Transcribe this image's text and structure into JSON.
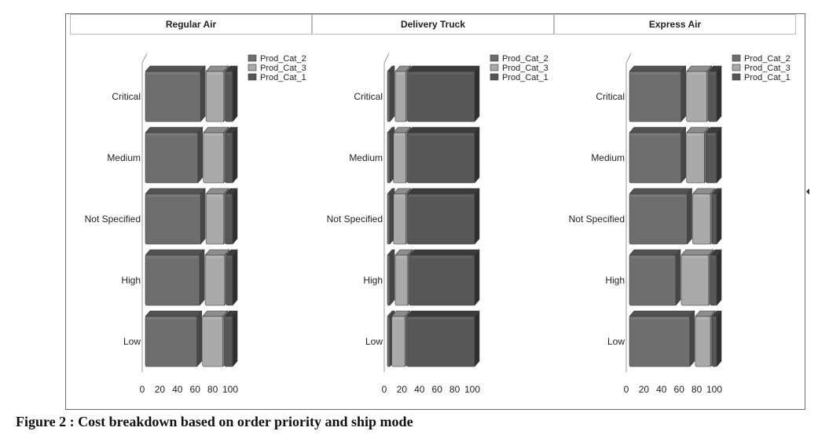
{
  "caption": "Figure 2 : Cost breakdown based on order priority and ship mode",
  "colors": {
    "Prod_Cat_2": "#6e6e6e",
    "Prod_Cat_3": "#a9a9a9",
    "Prod_Cat_1": "#575757",
    "axis": "#999999"
  },
  "chart_data": [
    {
      "type": "bar",
      "stacked": "horizontal-percent",
      "title": "Regular Air",
      "categories": [
        "Critical",
        "Medium",
        "Not Specified",
        "High",
        "Low"
      ],
      "xlim": [
        0,
        100
      ],
      "xticks": [
        "0",
        "20",
        "40",
        "60",
        "80",
        "100"
      ],
      "legend": [
        "Prod_Cat_2",
        "Prod_Cat_3",
        "Prod_Cat_1"
      ],
      "legend_position": "top-right",
      "series": [
        {
          "name": "Prod_Cat_2",
          "values": [
            68,
            65,
            68,
            67,
            64
          ]
        },
        {
          "name": "Prod_Cat_3",
          "values": [
            22,
            25,
            22,
            24,
            25
          ]
        },
        {
          "name": "Prod_Cat_1",
          "values": [
            10,
            10,
            10,
            9,
            11
          ]
        }
      ]
    },
    {
      "type": "bar",
      "stacked": "horizontal-percent",
      "title": "Delivery Truck",
      "categories": [
        "Critical",
        "Medium",
        "Not Specified",
        "High",
        "Low"
      ],
      "xlim": [
        0,
        100
      ],
      "xticks": [
        "0",
        "20",
        "40",
        "60",
        "80",
        "100"
      ],
      "legend": [
        "Prod_Cat_2",
        "Prod_Cat_3",
        "Prod_Cat_1"
      ],
      "legend_position": "top-right",
      "series": [
        {
          "name": "Prod_Cat_2",
          "values": [
            8,
            6,
            6,
            8,
            4
          ]
        },
        {
          "name": "Prod_Cat_3",
          "values": [
            14,
            16,
            16,
            16,
            17
          ]
        },
        {
          "name": "Prod_Cat_1",
          "values": [
            78,
            78,
            78,
            76,
            79
          ]
        }
      ]
    },
    {
      "type": "bar",
      "stacked": "horizontal-percent",
      "title": "Express Air",
      "categories": [
        "Critical",
        "Medium",
        "Not Specified",
        "High",
        "Low"
      ],
      "xlim": [
        0,
        100
      ],
      "xticks": [
        "0",
        "20",
        "40",
        "60",
        "80",
        "100"
      ],
      "legend": [
        "Prod_Cat_2",
        "Prod_Cat_3",
        "Prod_Cat_1"
      ],
      "legend_position": "top-right",
      "series": [
        {
          "name": "Prod_Cat_2",
          "values": [
            64,
            64,
            71,
            58,
            74
          ]
        },
        {
          "name": "Prod_Cat_3",
          "values": [
            25,
            22,
            22,
            33,
            19
          ]
        },
        {
          "name": "Prod_Cat_1",
          "values": [
            11,
            14,
            7,
            9,
            7
          ]
        }
      ]
    }
  ]
}
